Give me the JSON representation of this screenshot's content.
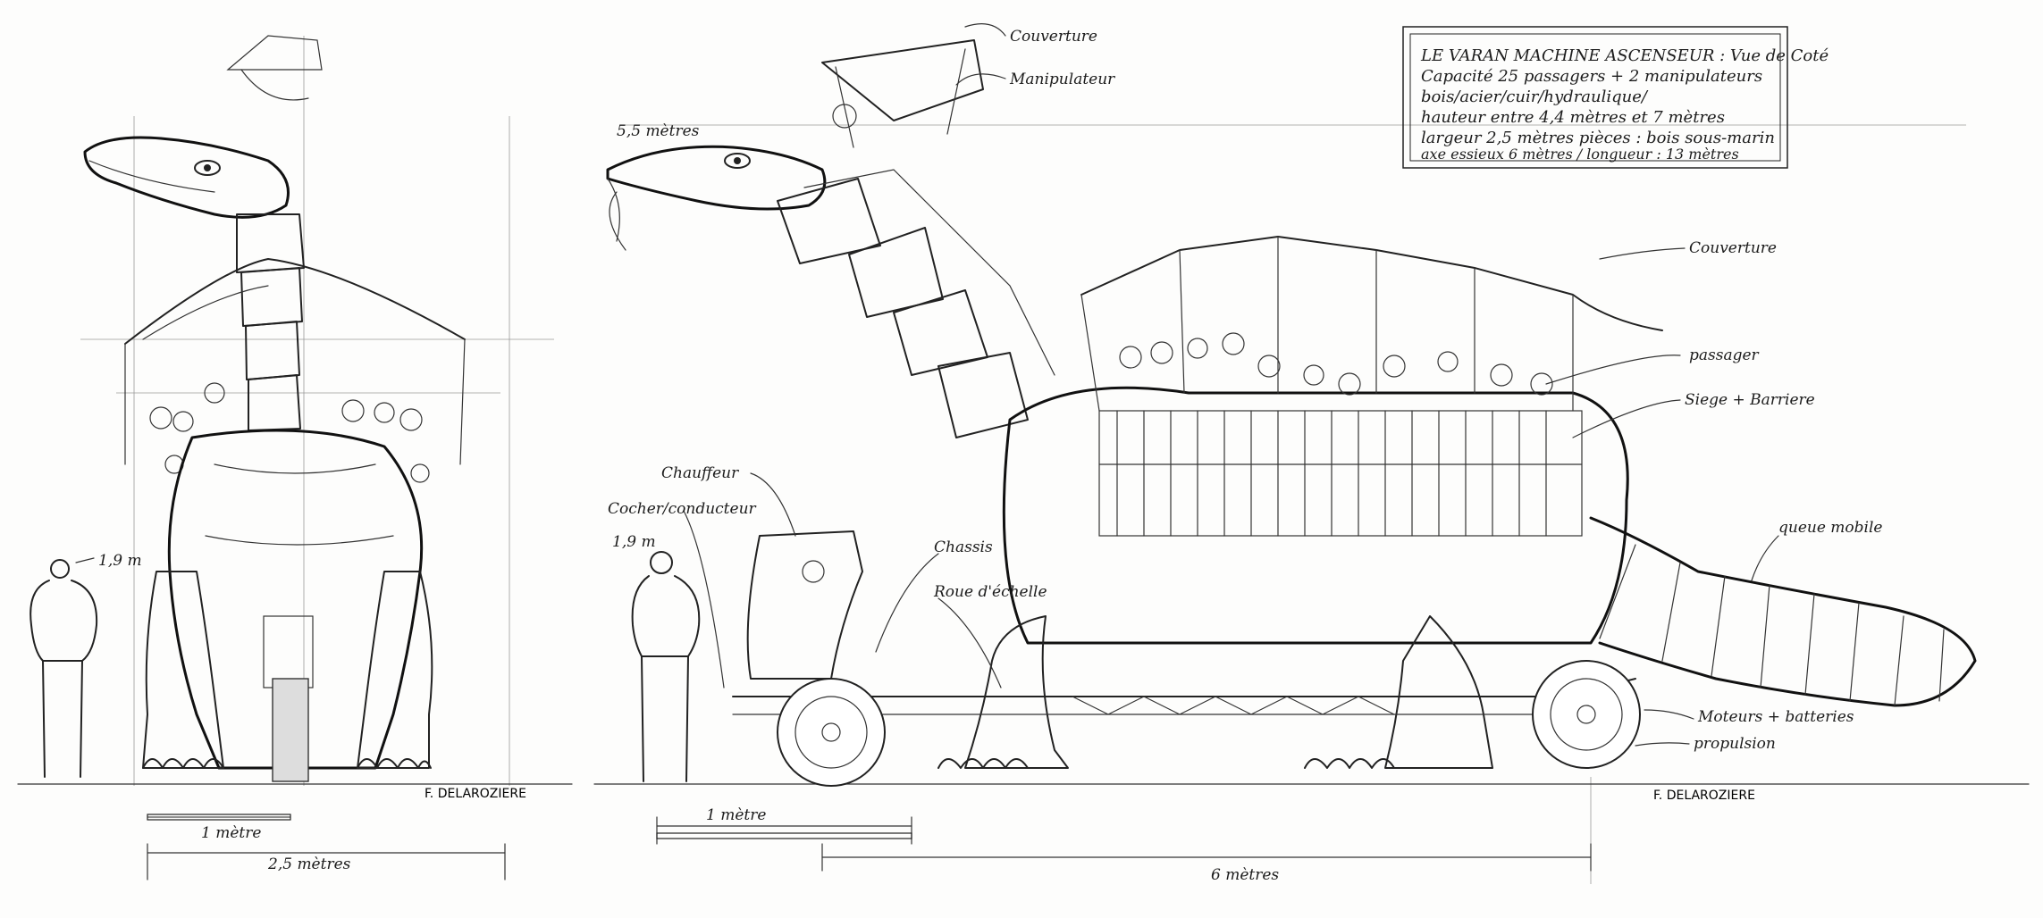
{
  "spec_box": {
    "lines": [
      "LE VARAN MACHINE ASCENSEUR : Vue de Coté",
      "Capacité 25 passagers + 2 manipulateurs",
      "bois/acier/cuir/hydraulique/",
      "hauteur entre 4,4 mètres et 7 mètres",
      "largeur 2,5 mètres  pièces : bois sous-marin",
      "axe essieux 6 mètres / longueur : 13 mètres"
    ]
  },
  "labels": {
    "couverture_top": "Couverture",
    "manipulateur": "Manipulateur",
    "height": "5,5 mètres",
    "couverture_right": "Couverture",
    "passager": "passager",
    "siege": "Siege + Barriere",
    "chauffeur": "Chauffeur",
    "cocher": "Cocher/conducteur",
    "human_height_right": "1,9 m",
    "chassis": "Chassis",
    "roue": "Roue d'échelle",
    "queue": "queue mobile",
    "moteurs": "Moteurs + batteries",
    "propulsion": "propulsion",
    "human_height_left": "1,9 m"
  },
  "scales": {
    "left_meter": "1 mètre",
    "left_width": "2,5 mètres",
    "right_meter": "1 mètre",
    "right_axle": "6 mètres"
  },
  "signatures": {
    "left": "F. DELAROZIERE",
    "right": "F. DELAROZIERE"
  }
}
